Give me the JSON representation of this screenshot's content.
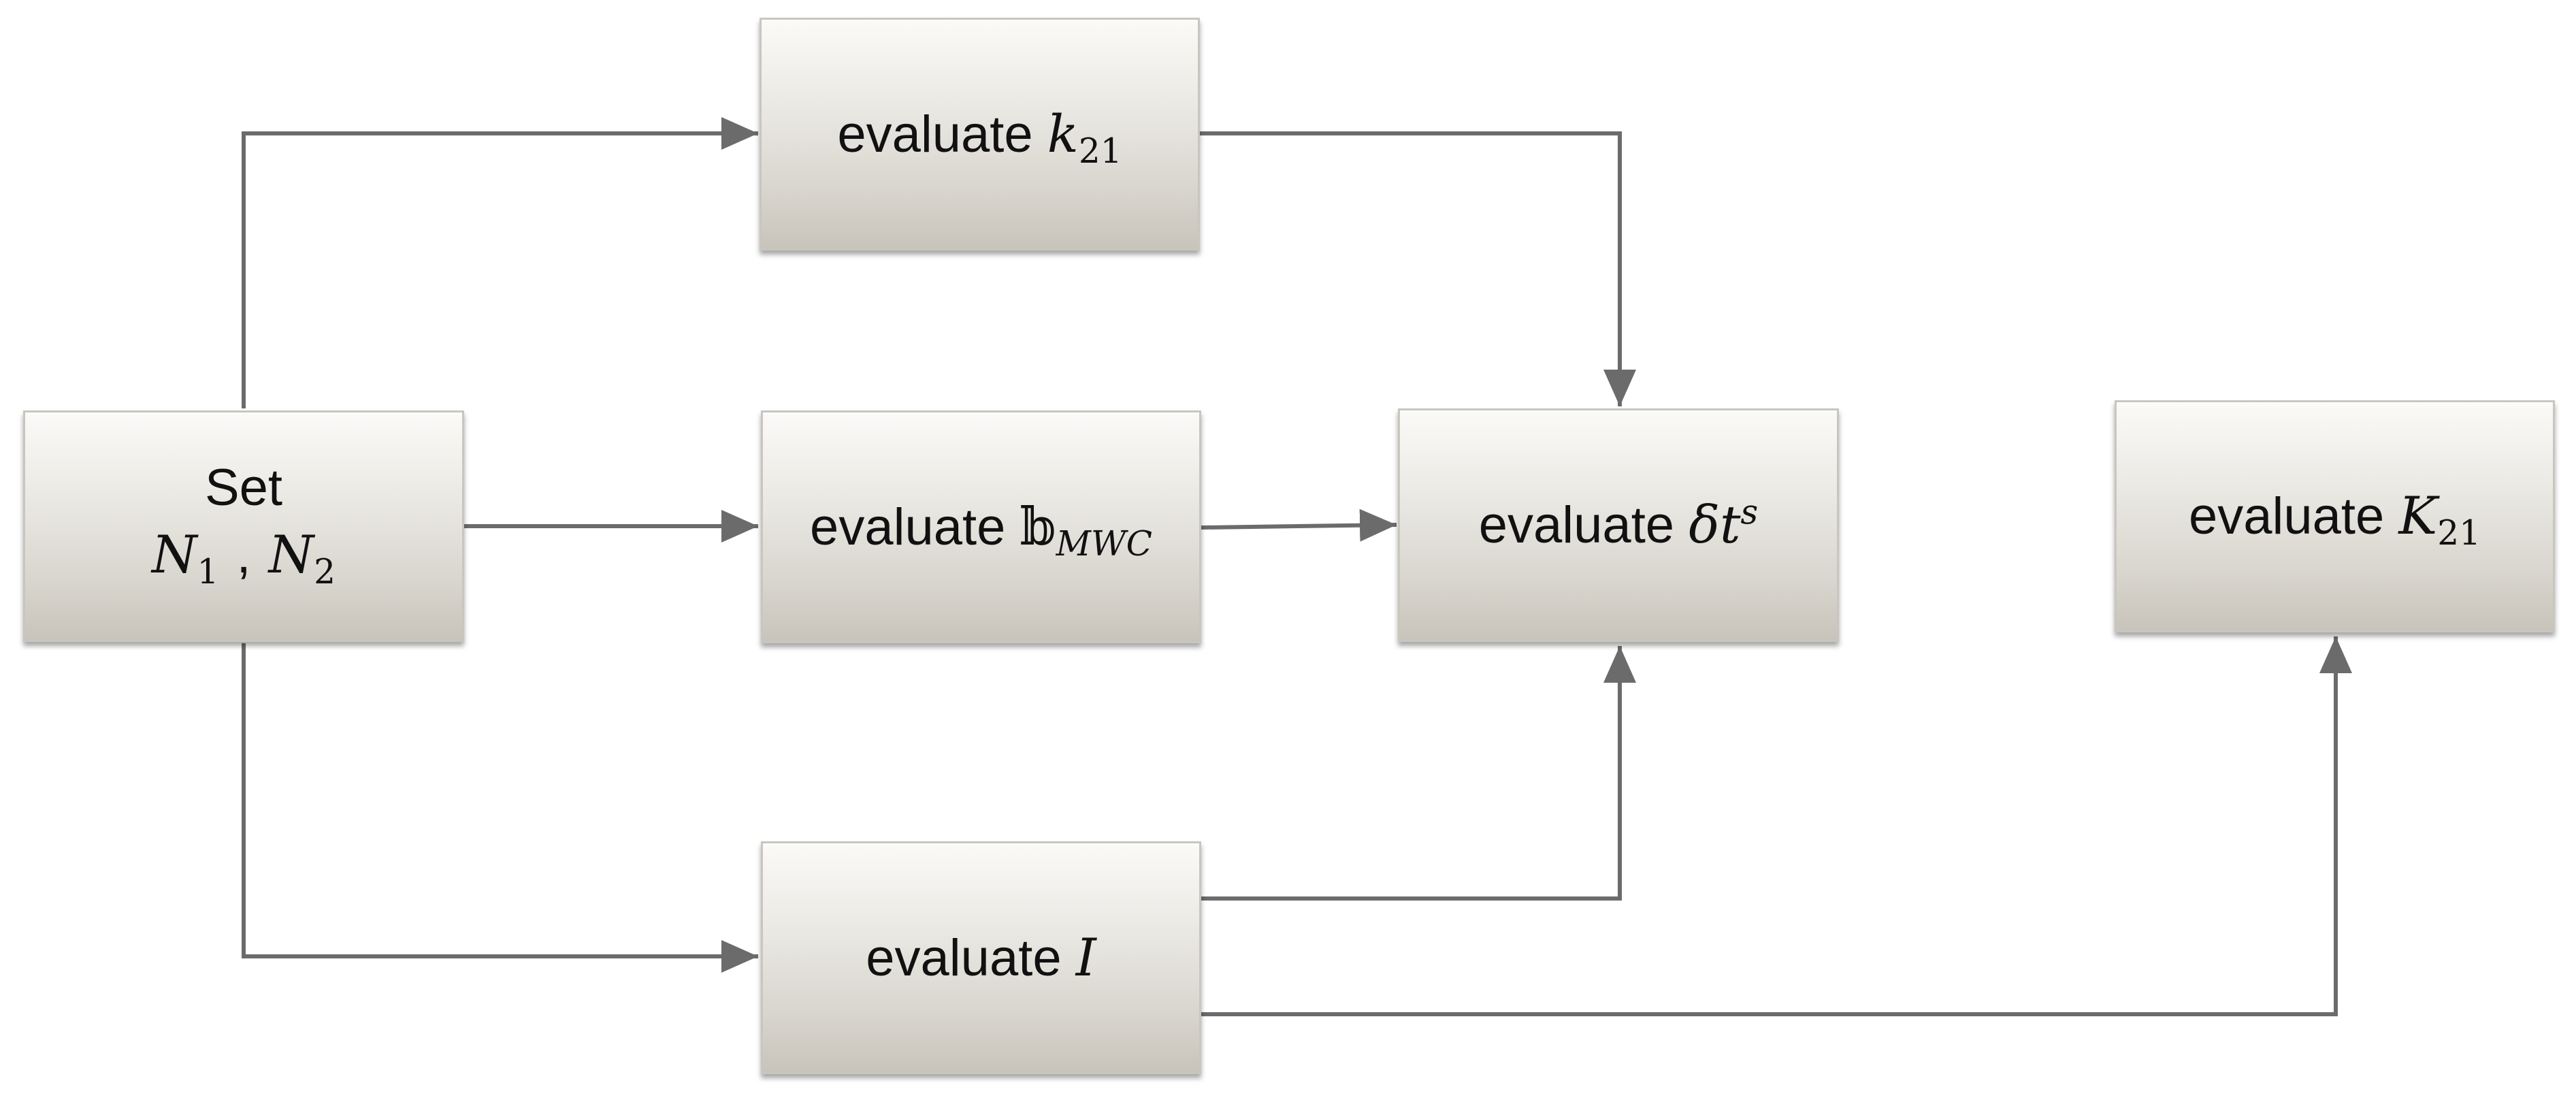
{
  "nodes": {
    "set": {
      "label": "Set",
      "var1_base": "N",
      "var1_sub": "1",
      "separator": ",",
      "var2_base": "N",
      "var2_sub": "2"
    },
    "k21_small": {
      "prefix": "evaluate",
      "sym": "k",
      "sub": "21"
    },
    "b_mwc": {
      "prefix": "evaluate",
      "sym": "𝕓",
      "sub": "MWC"
    },
    "delta_ts": {
      "prefix": "evaluate",
      "sym1": "δ",
      "sym2": "t",
      "sup": "s"
    },
    "big_k21": {
      "prefix": "evaluate",
      "sym": "K",
      "sub": "21"
    },
    "i_node": {
      "prefix": "evaluate",
      "sym": "I"
    }
  },
  "edges": [
    {
      "from": "set",
      "to": "k21_small"
    },
    {
      "from": "set",
      "to": "b_mwc"
    },
    {
      "from": "set",
      "to": "i_node"
    },
    {
      "from": "k21_small",
      "to": "delta_ts"
    },
    {
      "from": "b_mwc",
      "to": "delta_ts"
    },
    {
      "from": "i_node",
      "to": "delta_ts"
    },
    {
      "from": "i_node",
      "to": "big_k21"
    }
  ],
  "colors": {
    "connector": "#6b6b6b",
    "box_top": "#fbfaf8",
    "box_bottom": "#c8c4bb",
    "text": "#111111"
  }
}
